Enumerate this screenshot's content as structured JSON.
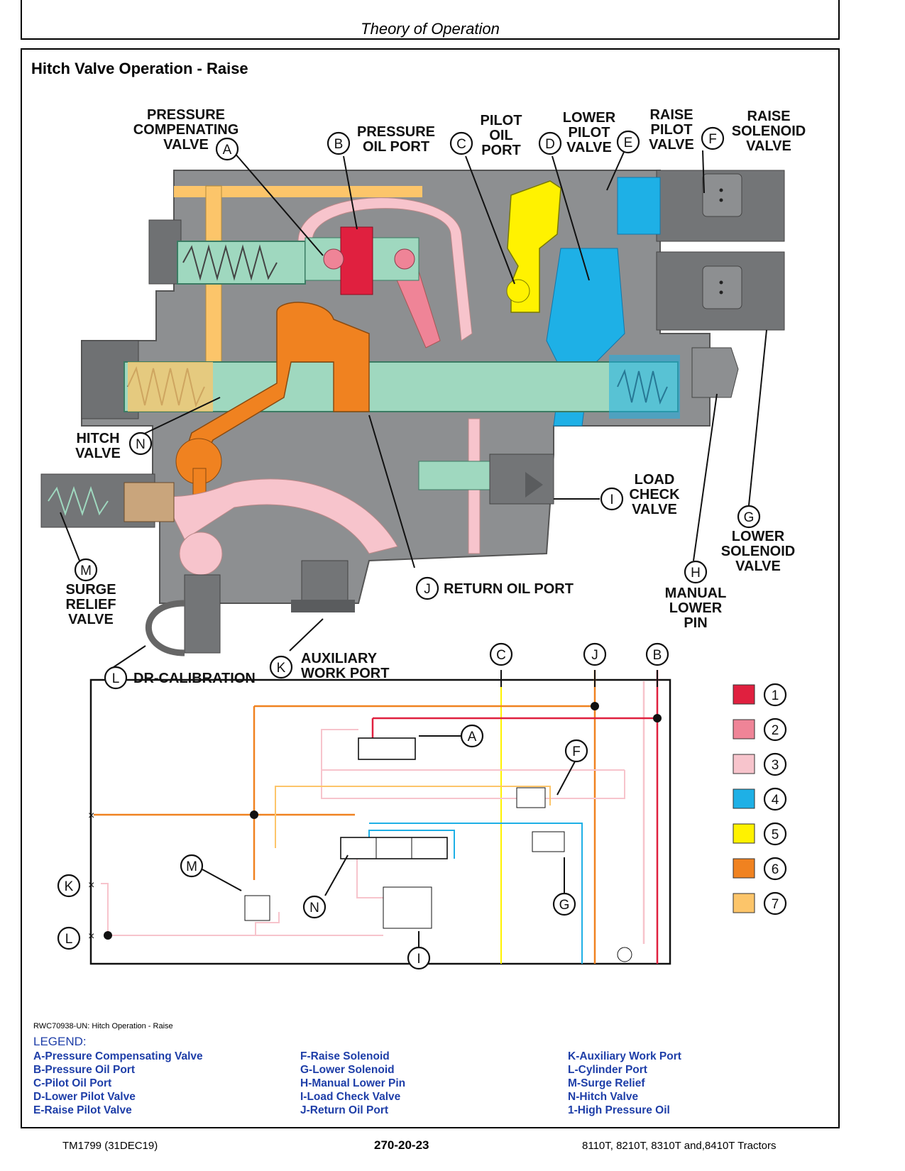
{
  "header": {
    "title": "Theory of Operation"
  },
  "figure": {
    "title": "Hitch Valve Operation - Raise",
    "caption": "RWC70938-UN: Hitch Operation - Raise"
  },
  "callouts": {
    "A": {
      "letter": "A",
      "label": [
        "PRESSURE",
        "COMPENATING",
        "VALVE"
      ]
    },
    "B": {
      "letter": "B",
      "label": [
        "PRESSURE",
        "OIL PORT"
      ]
    },
    "C": {
      "letter": "C",
      "label": [
        "PILOT",
        "OIL",
        "PORT"
      ]
    },
    "D": {
      "letter": "D",
      "label": [
        "LOWER",
        "PILOT",
        "VALVE"
      ]
    },
    "E": {
      "letter": "E",
      "label": [
        "RAISE",
        "PILOT",
        "VALVE"
      ]
    },
    "F": {
      "letter": "F",
      "label": [
        "RAISE",
        "SOLENOID",
        "VALVE"
      ]
    },
    "G": {
      "letter": "G",
      "label": [
        "LOWER",
        "SOLENOID",
        "VALVE"
      ]
    },
    "H": {
      "letter": "H",
      "label": [
        "MANUAL",
        "LOWER",
        "PIN"
      ]
    },
    "I": {
      "letter": "I",
      "label": [
        "LOAD",
        "CHECK",
        "VALVE"
      ]
    },
    "J": {
      "letter": "J",
      "label": [
        "RETURN OIL PORT"
      ]
    },
    "K": {
      "letter": "K",
      "label": [
        "AUXILIARY",
        "WORK PORT"
      ]
    },
    "L": {
      "letter": "L",
      "label": [
        "DR-CALIBRATION"
      ]
    },
    "M": {
      "letter": "M",
      "label": [
        "SURGE",
        "RELIEF",
        "VALVE"
      ]
    },
    "N": {
      "letter": "N",
      "label": [
        "HITCH",
        "VALVE"
      ]
    }
  },
  "color_key": [
    {
      "num": "1",
      "color": "#e0203f"
    },
    {
      "num": "2",
      "color": "#ef8497"
    },
    {
      "num": "3",
      "color": "#f7c4cc"
    },
    {
      "num": "4",
      "color": "#1eb0e6"
    },
    {
      "num": "5",
      "color": "#fff200"
    },
    {
      "num": "6",
      "color": "#f08220"
    },
    {
      "num": "7",
      "color": "#fcc56a"
    }
  ],
  "legend": {
    "heading": "LEGEND:",
    "col1": [
      "A-Pressure Compensating Valve",
      "B-Pressure Oil Port",
      "C-Pilot Oil Port",
      "D-Lower Pilot Valve",
      "E-Raise Pilot Valve"
    ],
    "col2": [
      "F-Raise Solenoid",
      "G-Lower Solenoid",
      "H-Manual Lower Pin",
      "I-Load Check Valve",
      "J-Return Oil Port"
    ],
    "col3": [
      "K-Auxiliary Work Port",
      "L-Cylinder Port",
      "M-Surge Relief",
      "N-Hitch Valve",
      "1-High Pressure Oil"
    ]
  },
  "footer": {
    "left": "TM1799 (31DEC19)",
    "center": "270-20-23",
    "right": "8110T, 8210T, 8310T and,8410T Tractors"
  }
}
